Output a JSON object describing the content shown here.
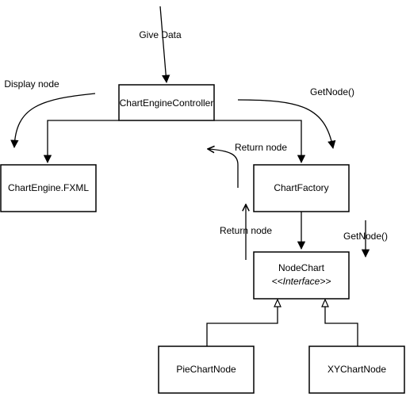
{
  "boxes": {
    "controller": "ChartEngineController",
    "fxml": "ChartEngine.FXML",
    "factory": "ChartFactory",
    "nodechart_name": "NodeChart",
    "nodechart_stereotype": "<<Interface>>",
    "pie": "PieChartNode",
    "xy": "XYChartNode"
  },
  "labels": {
    "give_data": "Give Data",
    "display_node": "Display node",
    "getnode_top": "GetNode()",
    "return_node_top": "Return node",
    "return_node_mid": "Return node",
    "getnode_mid": "GetNode()"
  }
}
